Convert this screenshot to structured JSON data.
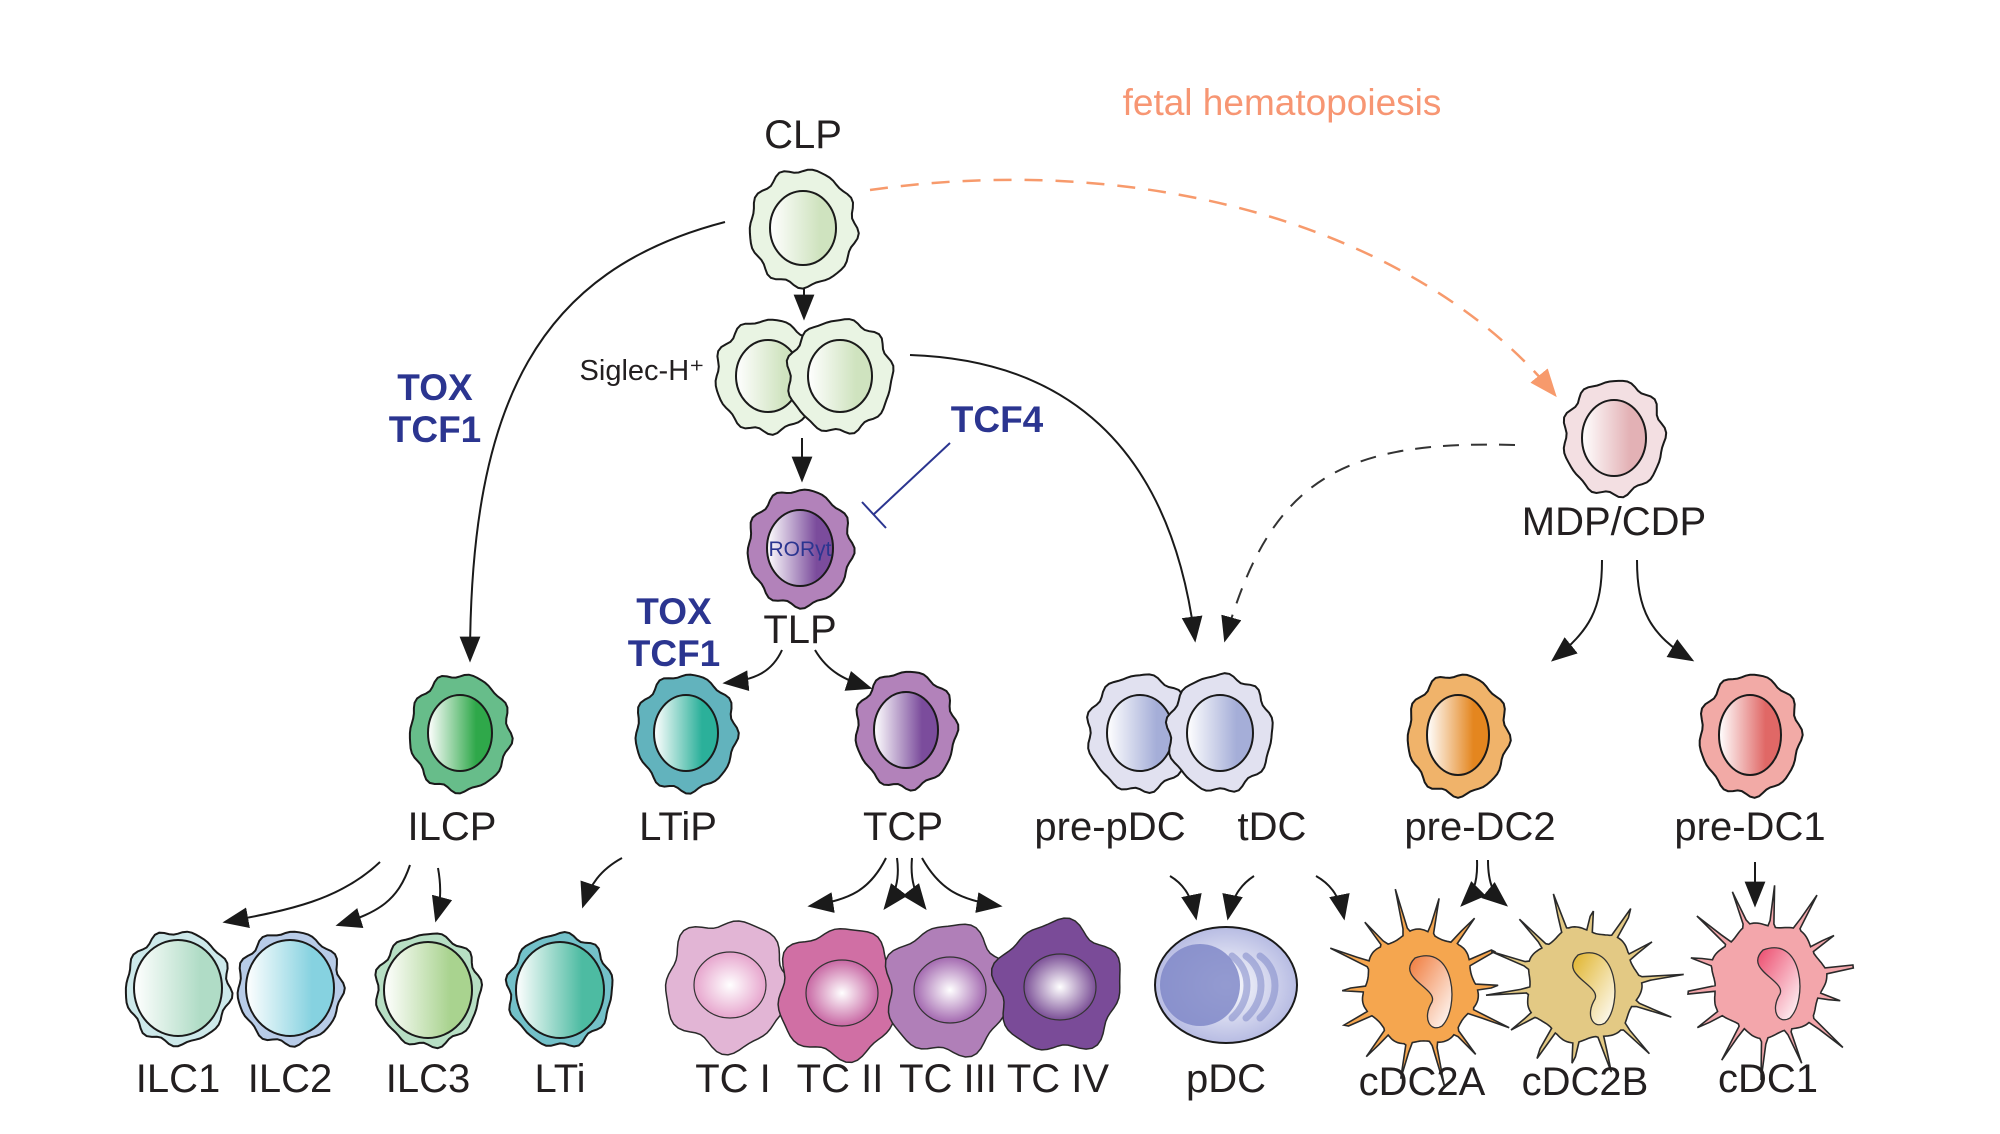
{
  "title": "fetal hematopoiesis",
  "factors": {
    "left": [
      "TOX",
      "TCF1"
    ],
    "middle": [
      "TOX",
      "TCF1"
    ],
    "inhibitor": "TCF4",
    "nuclear_marker": "RORγt"
  },
  "nodes": {
    "clp": {
      "label": "CLP",
      "fill": "#e9f4e3",
      "nucleus": "#cfe3bf"
    },
    "siglec": {
      "label": "Siglec-H⁺",
      "fill": "#e9f4e3",
      "nucleus": "#cfe3bf"
    },
    "tlp": {
      "label": "TLP",
      "fill": "#b282ba",
      "nucleus": "#7b4c9c"
    },
    "mdp": {
      "label": "MDP/CDP",
      "fill": "#f3dfe2",
      "nucleus": "#e3b1b5"
    },
    "ilcp": {
      "label": "ILCP",
      "fill": "#67bd8a",
      "nucleus": "#2fa84a"
    },
    "ltip": {
      "label": "LTiP",
      "fill": "#62b3bd",
      "nucleus": "#2bb09a"
    },
    "tcp": {
      "label": "TCP",
      "fill": "#b282ba",
      "nucleus": "#7b4c9c"
    },
    "prepdc": {
      "label": "pre-pDC",
      "fill": "#e1e1f0",
      "nucleus": "#a5aed8"
    },
    "tdc": {
      "label": "tDC",
      "fill": "#e1e1f0",
      "nucleus": "#a5aed8"
    },
    "predc2": {
      "label": "pre-DC2",
      "fill": "#f0b36a",
      "nucleus": "#e4861f"
    },
    "predc1": {
      "label": "pre-DC1",
      "fill": "#f2aaa6",
      "nucleus": "#e06866"
    },
    "ilc1": {
      "label": "ILC1",
      "fill": "#cde9ea",
      "nucleus": "#b0dcc6"
    },
    "ilc2": {
      "label": "ILC2",
      "fill": "#b8cce8",
      "nucleus": "#86d2e0"
    },
    "ilc3": {
      "label": "ILC3",
      "fill": "#b7dfc4",
      "nucleus": "#a9d38f"
    },
    "lti": {
      "label": "LTi",
      "fill": "#73c1c9",
      "nucleus": "#4dbba2"
    },
    "tc1": {
      "label": "TC I",
      "fill": "#e2b5d5",
      "nucleus": "#e49cc8"
    },
    "tc2": {
      "label": "TC II",
      "fill": "#d06fa4",
      "nucleus": "#c2589a"
    },
    "tc3": {
      "label": "TC III",
      "fill": "#b07fb8",
      "nucleus": "#9a5aa8"
    },
    "tc4": {
      "label": "TC IV",
      "fill": "#7a4b98",
      "nucleus": "#6e3e8c"
    },
    "pdc": {
      "label": "pDC",
      "fill": "#b0b5e0",
      "nucleus": "#8088c8"
    },
    "cdc2a": {
      "label": "cDC2A",
      "fill": "#f5a64f",
      "nucleus": "#f07a3a"
    },
    "cdc2b": {
      "label": "cDC2B",
      "fill": "#e3c984",
      "nucleus": "#e0b32a"
    },
    "cdc1": {
      "label": "cDC1",
      "fill": "#f3a6ab",
      "nucleus": "#ec4a6c"
    }
  },
  "colors": {
    "factor_text": "#2b3590",
    "fetal_path": "#f79a6c",
    "edge": "#1a1a1a"
  }
}
